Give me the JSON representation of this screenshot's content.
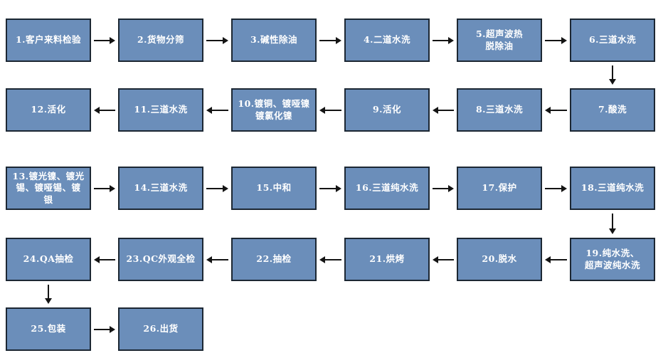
{
  "colors": {
    "background": "#ffffff",
    "node_fill": "#6b8eba",
    "node_border": "#1c2733",
    "node_text": "#ffffff",
    "arrow": "#141414"
  },
  "flowchart": {
    "nodes": [
      {
        "id": 1,
        "label": "1.客户来料检验",
        "row": 0,
        "col": 0
      },
      {
        "id": 2,
        "label": "2.货物分筛",
        "row": 0,
        "col": 1
      },
      {
        "id": 3,
        "label": "3.碱性除油",
        "row": 0,
        "col": 2
      },
      {
        "id": 4,
        "label": "4.二道水洗",
        "row": 0,
        "col": 3
      },
      {
        "id": 5,
        "label": "5.超声波热\n脱除油",
        "row": 0,
        "col": 4
      },
      {
        "id": 6,
        "label": "6.三道水洗",
        "row": 0,
        "col": 5
      },
      {
        "id": 7,
        "label": "7.酸洗",
        "row": 1,
        "col": 5
      },
      {
        "id": 8,
        "label": "8.三道水洗",
        "row": 1,
        "col": 4
      },
      {
        "id": 9,
        "label": "9.活化",
        "row": 1,
        "col": 3
      },
      {
        "id": 10,
        "label": "10.镀铜、镀哑镍\n镀氯化镍",
        "row": 1,
        "col": 2
      },
      {
        "id": 11,
        "label": "11.三道水洗",
        "row": 1,
        "col": 1
      },
      {
        "id": 12,
        "label": "12.活化",
        "row": 1,
        "col": 0
      },
      {
        "id": 13,
        "label": "13.镀光镍、镀光\n锡、镀哑锡、镀\n银",
        "row": 2,
        "col": 0
      },
      {
        "id": 14,
        "label": "14.三道水洗",
        "row": 2,
        "col": 1
      },
      {
        "id": 15,
        "label": "15.中和",
        "row": 2,
        "col": 2
      },
      {
        "id": 16,
        "label": "16.三道纯水洗",
        "row": 2,
        "col": 3
      },
      {
        "id": 17,
        "label": "17.保护",
        "row": 2,
        "col": 4
      },
      {
        "id": 18,
        "label": "18.三道纯水洗",
        "row": 2,
        "col": 5
      },
      {
        "id": 19,
        "label": "19.纯水洗、\n超声波纯水洗",
        "row": 3,
        "col": 5
      },
      {
        "id": 20,
        "label": "20.脱水",
        "row": 3,
        "col": 4
      },
      {
        "id": 21,
        "label": "21.烘烤",
        "row": 3,
        "col": 3
      },
      {
        "id": 22,
        "label": "22.抽检",
        "row": 3,
        "col": 2
      },
      {
        "id": 23,
        "label": "23.QC外观全检",
        "row": 3,
        "col": 1
      },
      {
        "id": 24,
        "label": "24.QA抽检",
        "row": 3,
        "col": 0
      },
      {
        "id": 25,
        "label": "25.包装",
        "row": 4,
        "col": 0
      },
      {
        "id": 26,
        "label": "26.出货",
        "row": 4,
        "col": 1
      }
    ],
    "arrows": [
      {
        "from": 1,
        "to": 2,
        "dir": "right"
      },
      {
        "from": 2,
        "to": 3,
        "dir": "right"
      },
      {
        "from": 3,
        "to": 4,
        "dir": "right"
      },
      {
        "from": 4,
        "to": 5,
        "dir": "right"
      },
      {
        "from": 5,
        "to": 6,
        "dir": "right"
      },
      {
        "from": 6,
        "to": 7,
        "dir": "down"
      },
      {
        "from": 7,
        "to": 8,
        "dir": "left"
      },
      {
        "from": 8,
        "to": 9,
        "dir": "left"
      },
      {
        "from": 9,
        "to": 10,
        "dir": "left"
      },
      {
        "from": 10,
        "to": 11,
        "dir": "left"
      },
      {
        "from": 11,
        "to": 12,
        "dir": "left"
      },
      {
        "from": 13,
        "to": 14,
        "dir": "right"
      },
      {
        "from": 14,
        "to": 15,
        "dir": "right"
      },
      {
        "from": 15,
        "to": 16,
        "dir": "right"
      },
      {
        "from": 16,
        "to": 17,
        "dir": "right"
      },
      {
        "from": 17,
        "to": 18,
        "dir": "right"
      },
      {
        "from": 18,
        "to": 19,
        "dir": "down"
      },
      {
        "from": 19,
        "to": 20,
        "dir": "left"
      },
      {
        "from": 20,
        "to": 21,
        "dir": "left"
      },
      {
        "from": 21,
        "to": 22,
        "dir": "left"
      },
      {
        "from": 22,
        "to": 23,
        "dir": "left"
      },
      {
        "from": 23,
        "to": 24,
        "dir": "left"
      },
      {
        "from": 24,
        "to": 25,
        "dir": "down"
      },
      {
        "from": 25,
        "to": 26,
        "dir": "right"
      }
    ]
  }
}
